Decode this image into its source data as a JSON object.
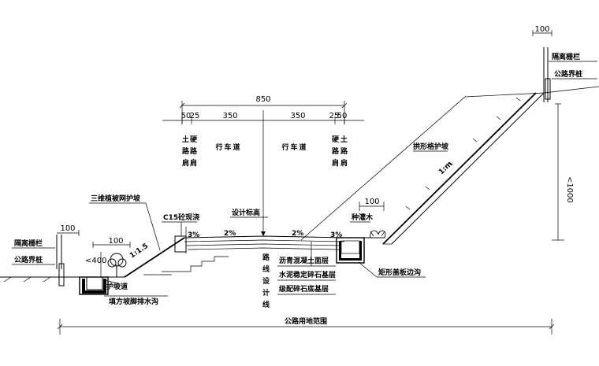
{
  "dimensions": {
    "total_width": "850",
    "half_lane_left": "350",
    "half_lane_right": "350",
    "shoulder_left_a": "50",
    "shoulder_left_b": "25",
    "shoulder_right_a": "25",
    "shoulder_right_b": "50",
    "top_right_100": "100",
    "left_100_a": "100",
    "left_100_b": "100",
    "right_100": "100",
    "left_height": "<400",
    "right_height": "<1000",
    "slope_left": "1:1.5",
    "slope_right": "1:m"
  },
  "zones": {
    "soil_shoulder_left": "土路肩",
    "hard_shoulder_left": "硬路肩",
    "lane_left": "行车道",
    "lane_right": "行车道",
    "hard_shoulder_right": "硬路肩",
    "soil_shoulder_right": "土路肩"
  },
  "cross_slopes": {
    "left_shoulder": "3%",
    "left_lane": "2%",
    "right_lane": "2%",
    "right_shoulder": "3%"
  },
  "labels": {
    "isolation_fence_left": "隔离栅栏",
    "boundary_stake_left": "公路界桩",
    "isolation_fence_right": "隔离栅栏",
    "boundary_stake_right": "公路界桩",
    "geo_net": "三维植被网护坡",
    "c15": "C15砼现浇",
    "design_elevation": "设计标高",
    "shrub": "种灌木",
    "skeleton_protection": "拱形格护坡",
    "slope_berm": "护坡道",
    "fill_ditch": "填方坡脚排水沟",
    "asphalt": "沥青混凝土面层",
    "cement_base": "水泥稳定碎石基层",
    "graded_subbase": "级配碎石底基层",
    "rect_ditch": "矩形盖板边沟",
    "centerline": "路线设计线",
    "land_range": "公路用地范围"
  }
}
